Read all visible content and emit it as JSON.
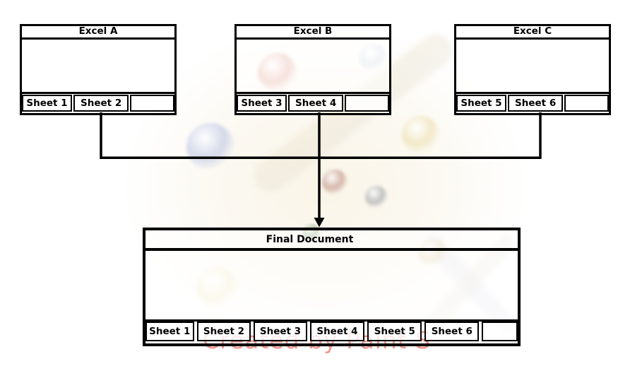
{
  "diagram": {
    "workbooks": [
      {
        "title": "Excel A",
        "tabs": [
          "Sheet 1",
          "Sheet 2",
          ""
        ]
      },
      {
        "title": "Excel B",
        "tabs": [
          "Sheet 3",
          "Sheet 4",
          ""
        ]
      },
      {
        "title": "Excel C",
        "tabs": [
          "Sheet 5",
          "Sheet 6",
          ""
        ]
      }
    ],
    "final_document": {
      "title": "Final Document",
      "tabs": [
        "Sheet 1",
        "Sheet 2",
        "Sheet 3",
        "Sheet 4",
        "Sheet 5",
        "Sheet 6",
        ""
      ]
    }
  },
  "watermark": {
    "text": "Created by Paint S",
    "text_color": "#e9796e"
  },
  "colors": {
    "line": "#000000",
    "box_border": "#000000",
    "box_fill": "#ffffff"
  }
}
